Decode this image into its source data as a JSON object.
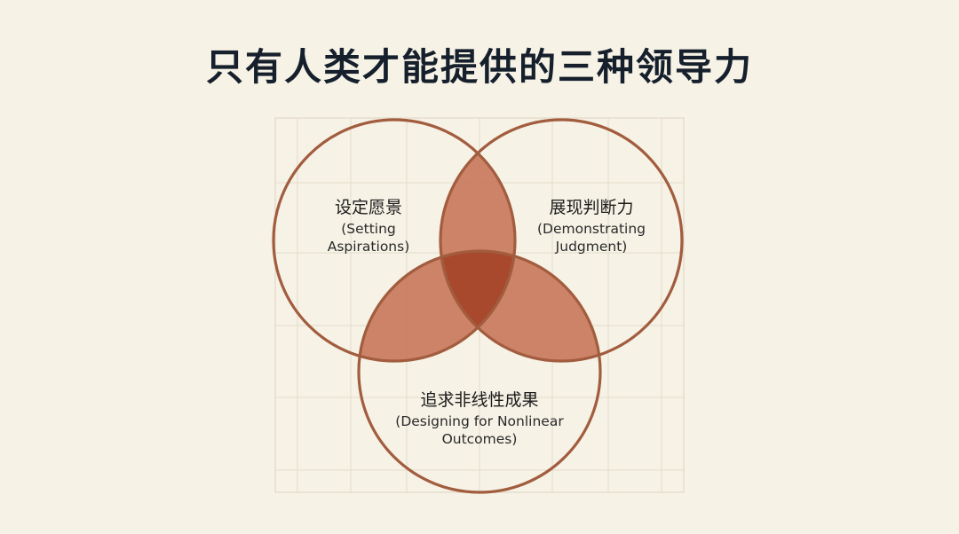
{
  "title": "只有人类才能提供的三种领导力",
  "circles": [
    {
      "cn": "设定愿景",
      "en_line1": "(Setting",
      "en_line2": "Aspirations)"
    },
    {
      "cn": "展现判断力",
      "en_line1": "(Demonstrating",
      "en_line2": "Judgment)"
    },
    {
      "cn": "追求非线性成果",
      "en_line1": "(Designing for Nonlinear",
      "en_line2": "Outcomes)"
    }
  ],
  "colors": {
    "background": "#f6f2e6",
    "ring": "#a25c3e",
    "pair_overlap": "#c9775a",
    "center_overlap": "#a8492e",
    "title": "#16202c"
  }
}
